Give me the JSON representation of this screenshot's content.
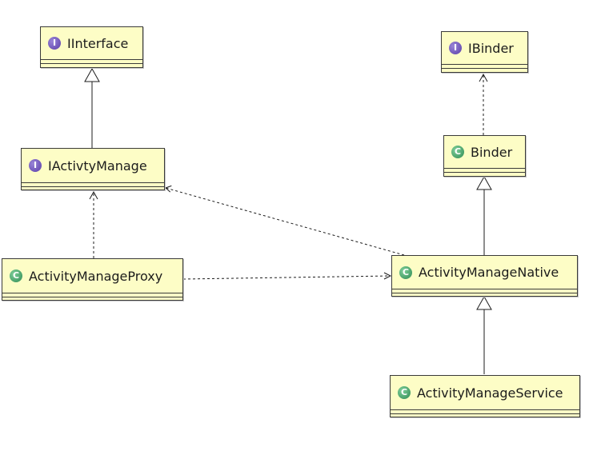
{
  "classes": {
    "iinterface": {
      "kind": "interface",
      "kind_glyph": "I",
      "name": "IInterface"
    },
    "ibinder": {
      "kind": "interface",
      "kind_glyph": "I",
      "name": "IBinder"
    },
    "binder": {
      "kind": "class",
      "kind_glyph": "C",
      "name": "Binder"
    },
    "iactivtymanage": {
      "kind": "interface",
      "kind_glyph": "I",
      "name": "IActivtyManage"
    },
    "activitymanageproxy": {
      "kind": "class",
      "kind_glyph": "C",
      "name": "ActivityManageProxy"
    },
    "activitymanagenative": {
      "kind": "class",
      "kind_glyph": "C",
      "name": "ActivityManageNative"
    },
    "activitymanageservice": {
      "kind": "class",
      "kind_glyph": "C",
      "name": "ActivityManageService"
    }
  },
  "relationships": [
    {
      "from": "IActivtyManage",
      "to": "IInterface",
      "type": "generalization"
    },
    {
      "from": "Binder",
      "to": "IBinder",
      "type": "dependency"
    },
    {
      "from": "ActivityManageNative",
      "to": "Binder",
      "type": "generalization"
    },
    {
      "from": "ActivityManageProxy",
      "to": "IActivtyManage",
      "type": "dependency"
    },
    {
      "from": "ActivityManageNative",
      "to": "IActivtyManage",
      "type": "dependency"
    },
    {
      "from": "ActivityManageProxy",
      "to": "ActivityManageNative",
      "type": "dependency"
    },
    {
      "from": "ActivityManageService",
      "to": "ActivityManageNative",
      "type": "generalization"
    }
  ],
  "colors": {
    "box_fill": "#fdfdc6",
    "box_border": "#3a3a3a",
    "interface_badge": "#5a3ea8",
    "class_badge": "#2e8a52",
    "line": "#1c1c1c"
  }
}
